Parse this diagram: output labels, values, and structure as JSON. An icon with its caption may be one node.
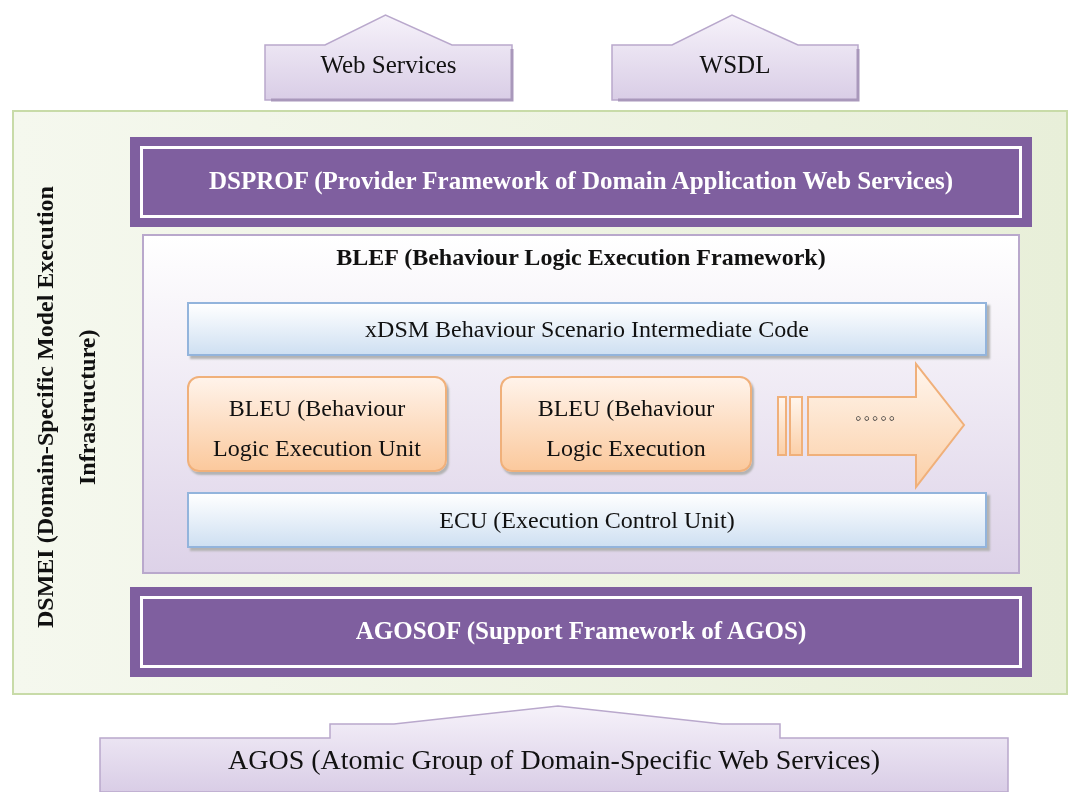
{
  "diagram": {
    "nodes": [
      {
        "text": [
          "Web Services"
        ]
      },
      {
        "text": [
          "WSDL"
        ]
      },
      {
        "text": [
          "DSMEI (Domain-Specific Model Execution Infrastructure)"
        ]
      },
      {
        "text": [
          "DSPROF (Provider Framework of Domain Application Web Services)"
        ],
        "in": 2
      },
      {
        "text": [
          "BLEF (Behaviour Logic Execution Framework)"
        ],
        "in": 2
      },
      {
        "text": [
          "xDSM Behaviour Scenario Intermediate Code"
        ],
        "in": 4
      },
      {
        "text": [
          "BLEU (Behaviour Logic Execution Unit"
        ],
        "in": 4
      },
      {
        "text": [
          "BLEU (Behaviour Logic Execution"
        ],
        "in": 4
      },
      {
        "text": [
          "◦◦◦◦◦"
        ],
        "in": 4
      },
      {
        "text": [
          "ECU (Execution Control Unit)"
        ],
        "in": 4
      },
      {
        "text": [
          "AGOSOF (Support Framework of AGOS)"
        ],
        "in": 2
      },
      {
        "text": [
          "AGOS (Atomic Group of Domain-Specific Web Services)"
        ]
      }
    ]
  }
}
